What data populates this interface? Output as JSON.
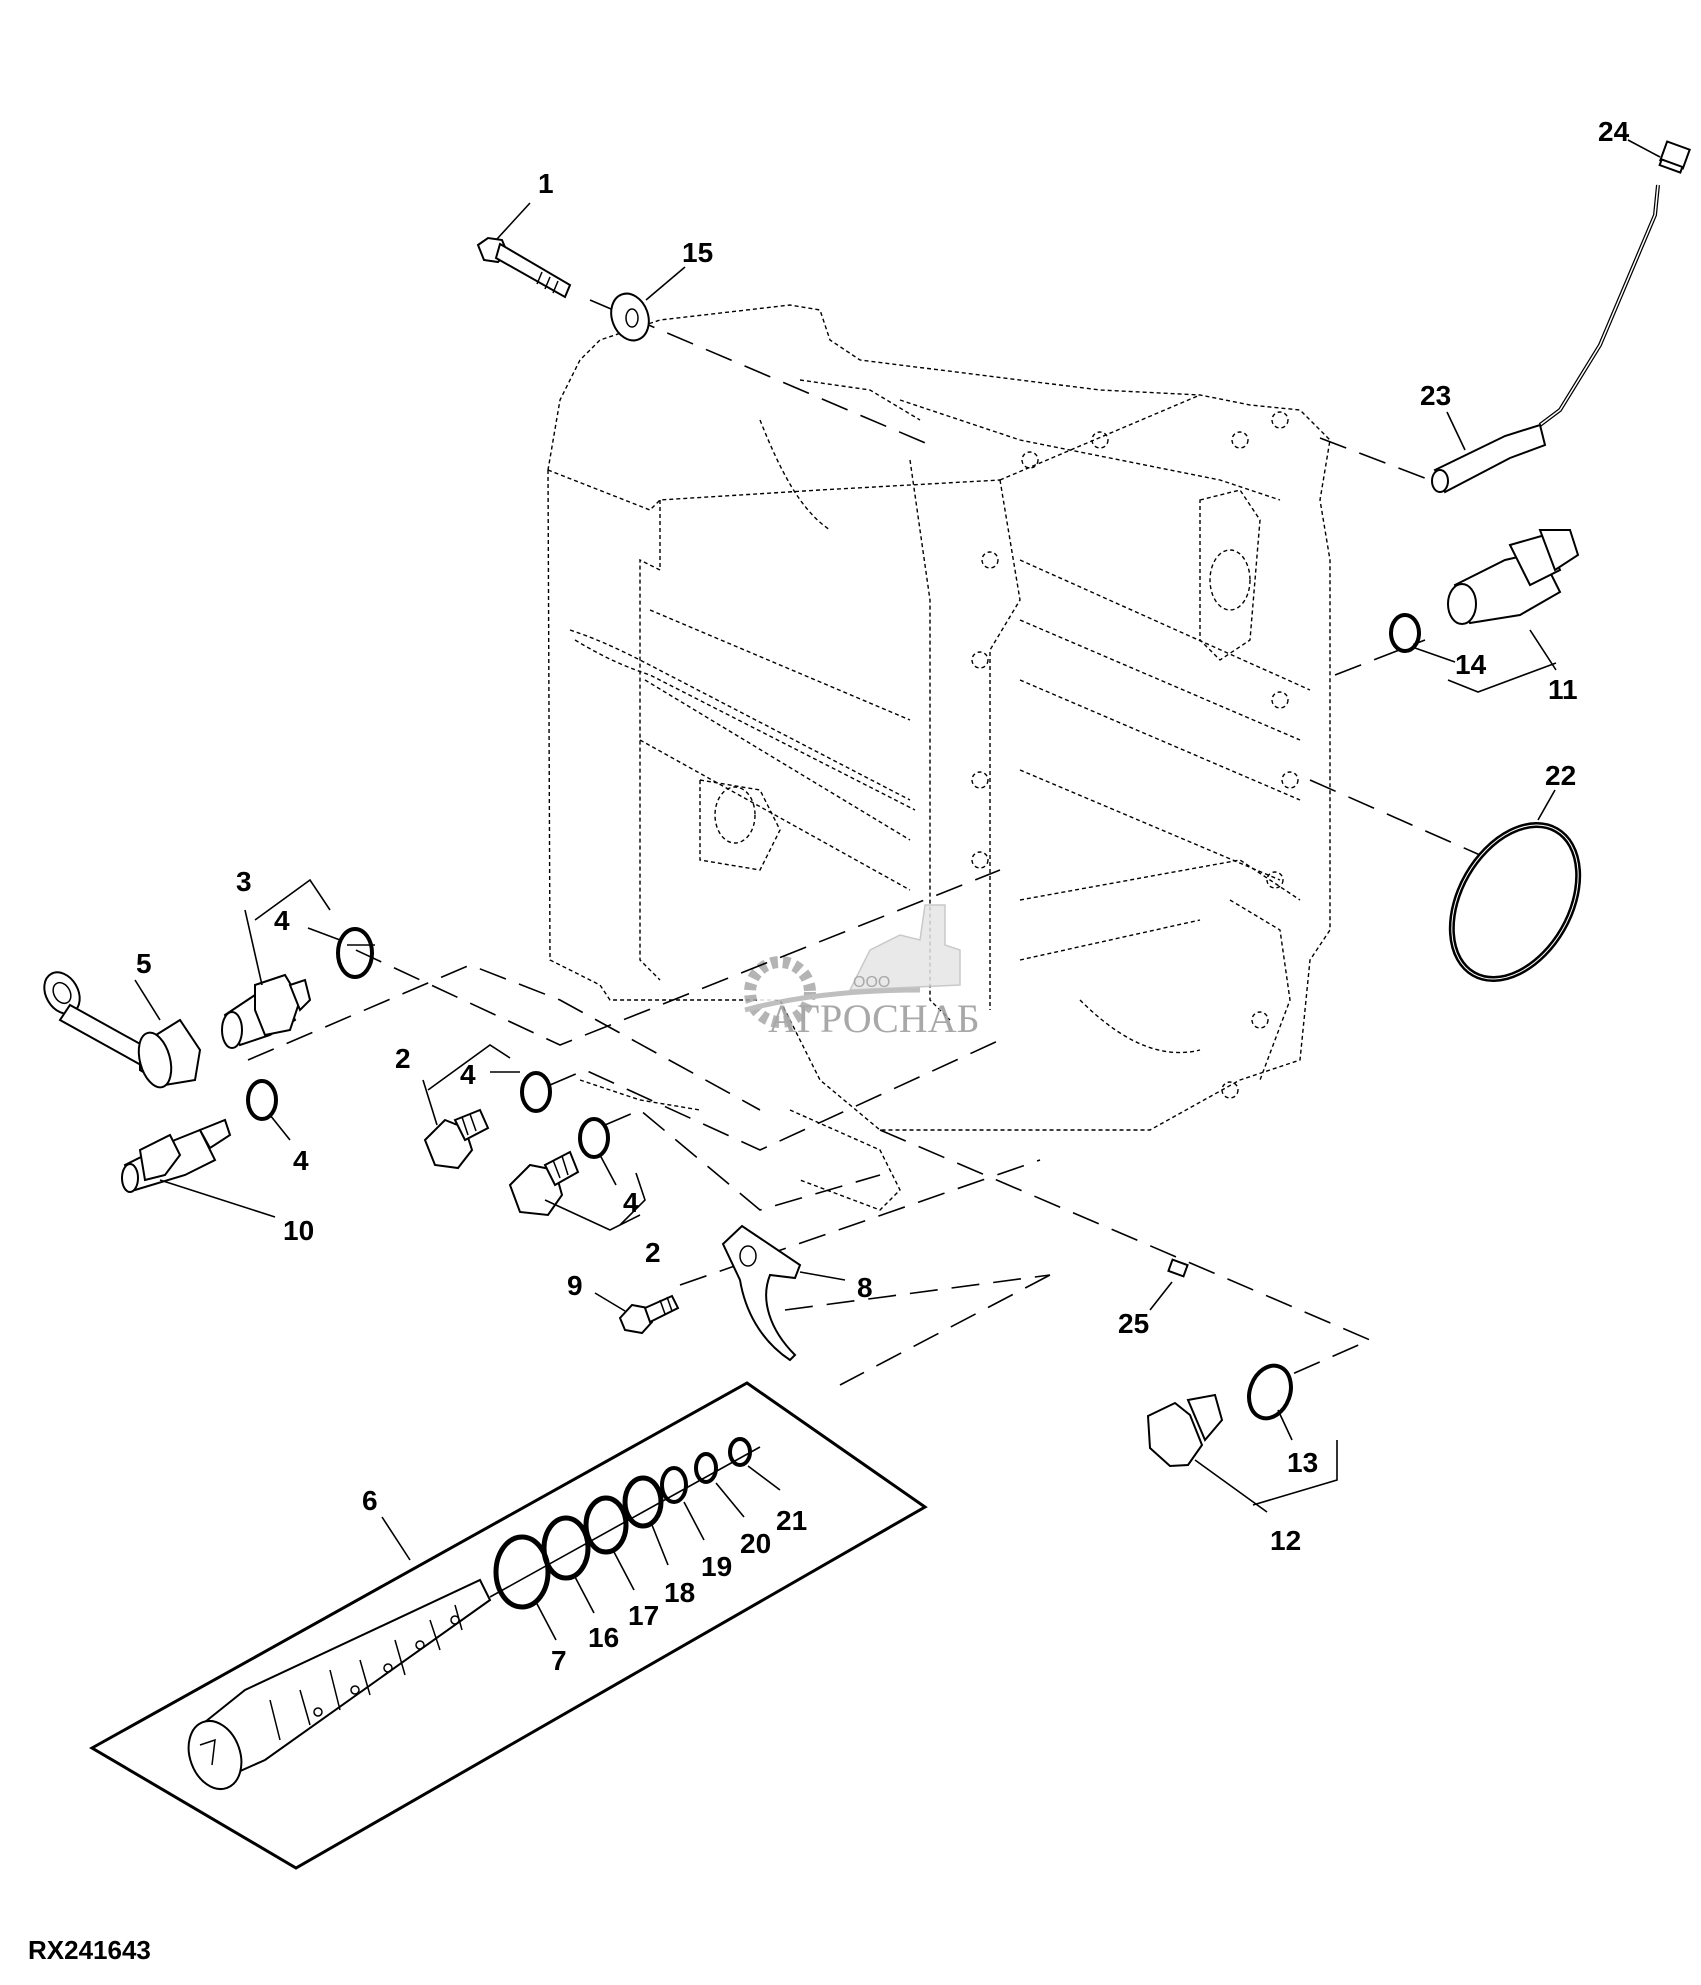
{
  "figure": {
    "id": "RX241643",
    "type": "exploded parts diagram",
    "subject": "transmission housing with sensors, plugs, valve and O-rings"
  },
  "watermark": {
    "prefix": "ООО",
    "brand": "АГРОСНАБ"
  },
  "callouts": [
    {
      "id": "c1",
      "label": "1",
      "part": "cap screw"
    },
    {
      "id": "c15",
      "label": "15",
      "part": "washer"
    },
    {
      "id": "c24",
      "label": "24",
      "part": "connector"
    },
    {
      "id": "c23",
      "label": "23",
      "part": "sensor"
    },
    {
      "id": "c14",
      "label": "14",
      "part": "O-ring"
    },
    {
      "id": "c11",
      "label": "11",
      "part": "pressure switch"
    },
    {
      "id": "c22",
      "label": "22",
      "part": "O-ring (large)"
    },
    {
      "id": "c3",
      "label": "3",
      "part": "fitting"
    },
    {
      "id": "c4a",
      "label": "4",
      "part": "O-ring"
    },
    {
      "id": "c5",
      "label": "5",
      "part": "dust cap"
    },
    {
      "id": "c4b",
      "label": "4",
      "part": "O-ring"
    },
    {
      "id": "c10",
      "label": "10",
      "part": "temperature sender"
    },
    {
      "id": "c2a",
      "label": "2",
      "part": "plug"
    },
    {
      "id": "c4c",
      "label": "4",
      "part": "O-ring"
    },
    {
      "id": "c4d",
      "label": "4",
      "part": "O-ring"
    },
    {
      "id": "c2b",
      "label": "2",
      "part": "plug"
    },
    {
      "id": "c9",
      "label": "9",
      "part": "cap screw"
    },
    {
      "id": "c8",
      "label": "8",
      "part": "shift fork"
    },
    {
      "id": "c25",
      "label": "25",
      "part": "orifice"
    },
    {
      "id": "c13",
      "label": "13",
      "part": "O-ring"
    },
    {
      "id": "c12",
      "label": "12",
      "part": "plug"
    },
    {
      "id": "c6",
      "label": "6",
      "part": "valve assembly"
    },
    {
      "id": "c7",
      "label": "7",
      "part": "O-ring"
    },
    {
      "id": "c16",
      "label": "16",
      "part": "O-ring"
    },
    {
      "id": "c17",
      "label": "17",
      "part": "O-ring"
    },
    {
      "id": "c18",
      "label": "18",
      "part": "O-ring"
    },
    {
      "id": "c19",
      "label": "19",
      "part": "O-ring"
    },
    {
      "id": "c20",
      "label": "20",
      "part": "O-ring"
    },
    {
      "id": "c21",
      "label": "21",
      "part": "O-ring"
    }
  ]
}
